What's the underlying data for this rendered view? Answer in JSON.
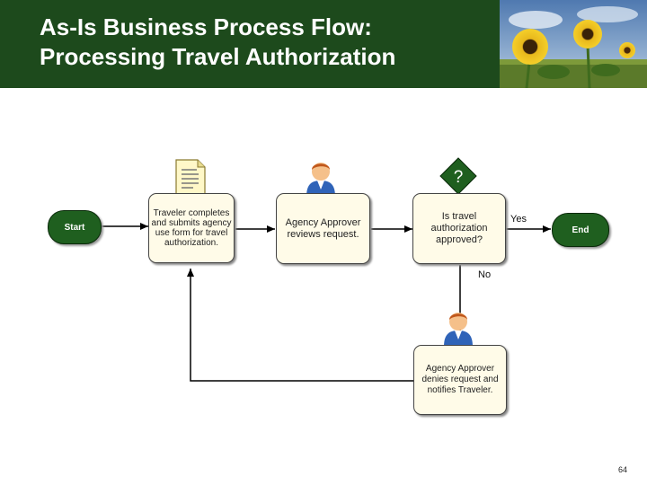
{
  "slide": {
    "title_line1": "As-Is Business Process Flow:",
    "title_line2": "Processing Travel Authorization",
    "page_number": "64"
  },
  "nodes": {
    "start": "Start",
    "traveler": "Traveler completes and submits agency use form for travel authorization.",
    "approver_review": "Agency Approver reviews request.",
    "decision": "Is travel authorization approved?",
    "decision_symbol": "?",
    "end": "End",
    "deny": "Agency Approver denies request and notifies Traveler."
  },
  "edges": {
    "yes": "Yes",
    "no": "No"
  },
  "icons": [
    "sunflower-photo",
    "document-icon",
    "person-icon",
    "question-diamond-icon"
  ],
  "colors": {
    "header": "#1d4a1c",
    "terminal": "#1f5f1f",
    "box_fill": "#fffbe8",
    "diamond": "#1f5f1f"
  }
}
